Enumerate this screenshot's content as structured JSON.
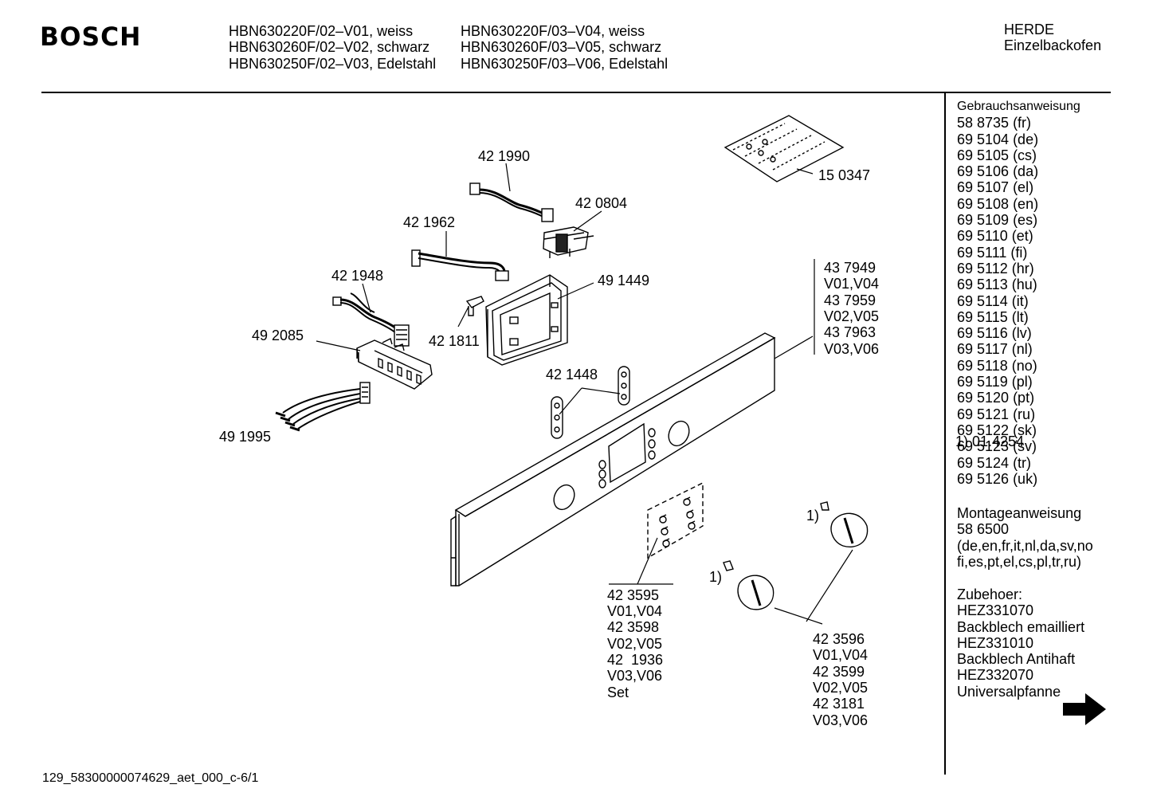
{
  "header": {
    "brand": "BOSCH",
    "models_col1": [
      "HBN630220F/02–V01, weiss",
      "HBN630260F/02–V02, schwarz",
      "HBN630250F/02–V03, Edelstahl"
    ],
    "models_col2": [
      "HBN630220F/03–V04, weiss",
      "HBN630260F/03–V05, schwarz",
      "HBN630250F/03–V06, Edelstahl"
    ],
    "category": "HERDE",
    "subcategory": "Einzelbackofen"
  },
  "parts": {
    "p421990": "42 1990",
    "p420804": "42 0804",
    "p421962": "42 1962",
    "p421948": "42 1948",
    "p491449": "49 1449",
    "p492085": "49 2085",
    "p421811": "42 1811",
    "p421448": "42 1448",
    "p491995": "49 1995",
    "p150347": "15 0347",
    "footnote1": "1)",
    "footnote2": "1)",
    "panel_refs": [
      "43 7949",
      "V01,V04",
      "43 7959",
      "V02,V05",
      "43 7963",
      "V03,V06"
    ],
    "screw_refs": [
      "42 3595",
      "V01,V04",
      "42 3598",
      "V02,V05",
      "42  1936",
      "V03,V06",
      "Set"
    ],
    "knob_refs": [
      "42 3596",
      "V01,V04",
      "42 3599",
      "V02,V05",
      "42 3181",
      "V03,V06"
    ]
  },
  "sidebar": {
    "manual_title": "Gebrauchsanweisung",
    "manuals": [
      "58 8735 (fr)",
      "69 5104 (de)",
      "69 5105 (cs)",
      "69 5106 (da)",
      "69 5107 (el)",
      "69 5108 (en)",
      "69 5109 (es)",
      "69 5110 (et)",
      "69 5111 (fi)",
      "69 5112 (hr)",
      "69 5113 (hu)",
      "69 5114 (it)",
      "69 5115 (lt)",
      "69 5116 (lv)",
      "69 5117 (nl)",
      "69 5118 (no)",
      "69 5119 (pl)",
      "69 5120 (pt)",
      "69 5121 (ru)",
      "69 5122 (sk)",
      "69 5123 (sv)",
      "69 5124 (tr)",
      "69 5126 (uk)"
    ],
    "overlap_note": "1) 01.4254",
    "mount_title": "Montageanweisung",
    "mount_lines": [
      "58 6500",
      "(de,en,fr,it,nl,da,sv,no",
      "fi,es,pt,el,cs,pl,tr,ru)"
    ],
    "accessory_title": "Zubehoer:",
    "accessories": [
      "HEZ331070",
      "Backblech emailliert",
      "HEZ331010",
      "Backblech Antihaft",
      "HEZ332070",
      "Universalpfanne"
    ],
    "next_icon": "arrow-right-icon"
  },
  "footer": {
    "code": "129_58300000074629_aet_000_c-6/1"
  }
}
